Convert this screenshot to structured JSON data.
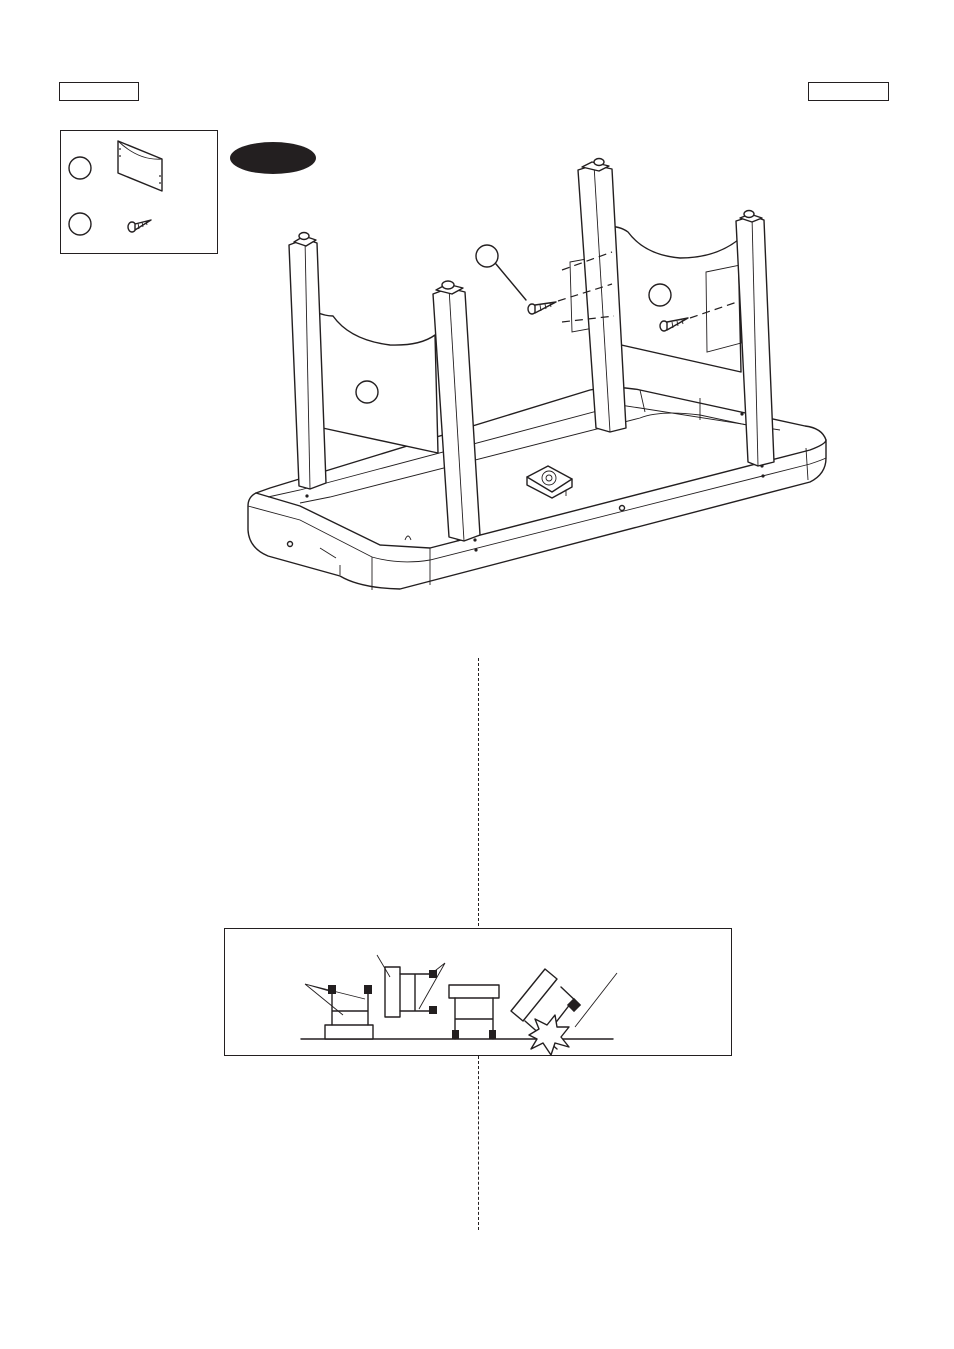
{
  "header": {
    "left_label": "",
    "right_label": ""
  },
  "parts": [
    {
      "id": "",
      "icon": "side-panel-icon"
    },
    {
      "id": "",
      "icon": "screw-icon"
    }
  ],
  "step": {
    "label": ""
  },
  "callouts": [
    {
      "target": "screw",
      "label": ""
    },
    {
      "target": "near-panel",
      "label": ""
    },
    {
      "target": "far-panel",
      "label": ""
    }
  ],
  "warning": {
    "icon": "stool-placement-icon"
  },
  "colors": {
    "ink": "#231f20",
    "paper": "#ffffff"
  }
}
